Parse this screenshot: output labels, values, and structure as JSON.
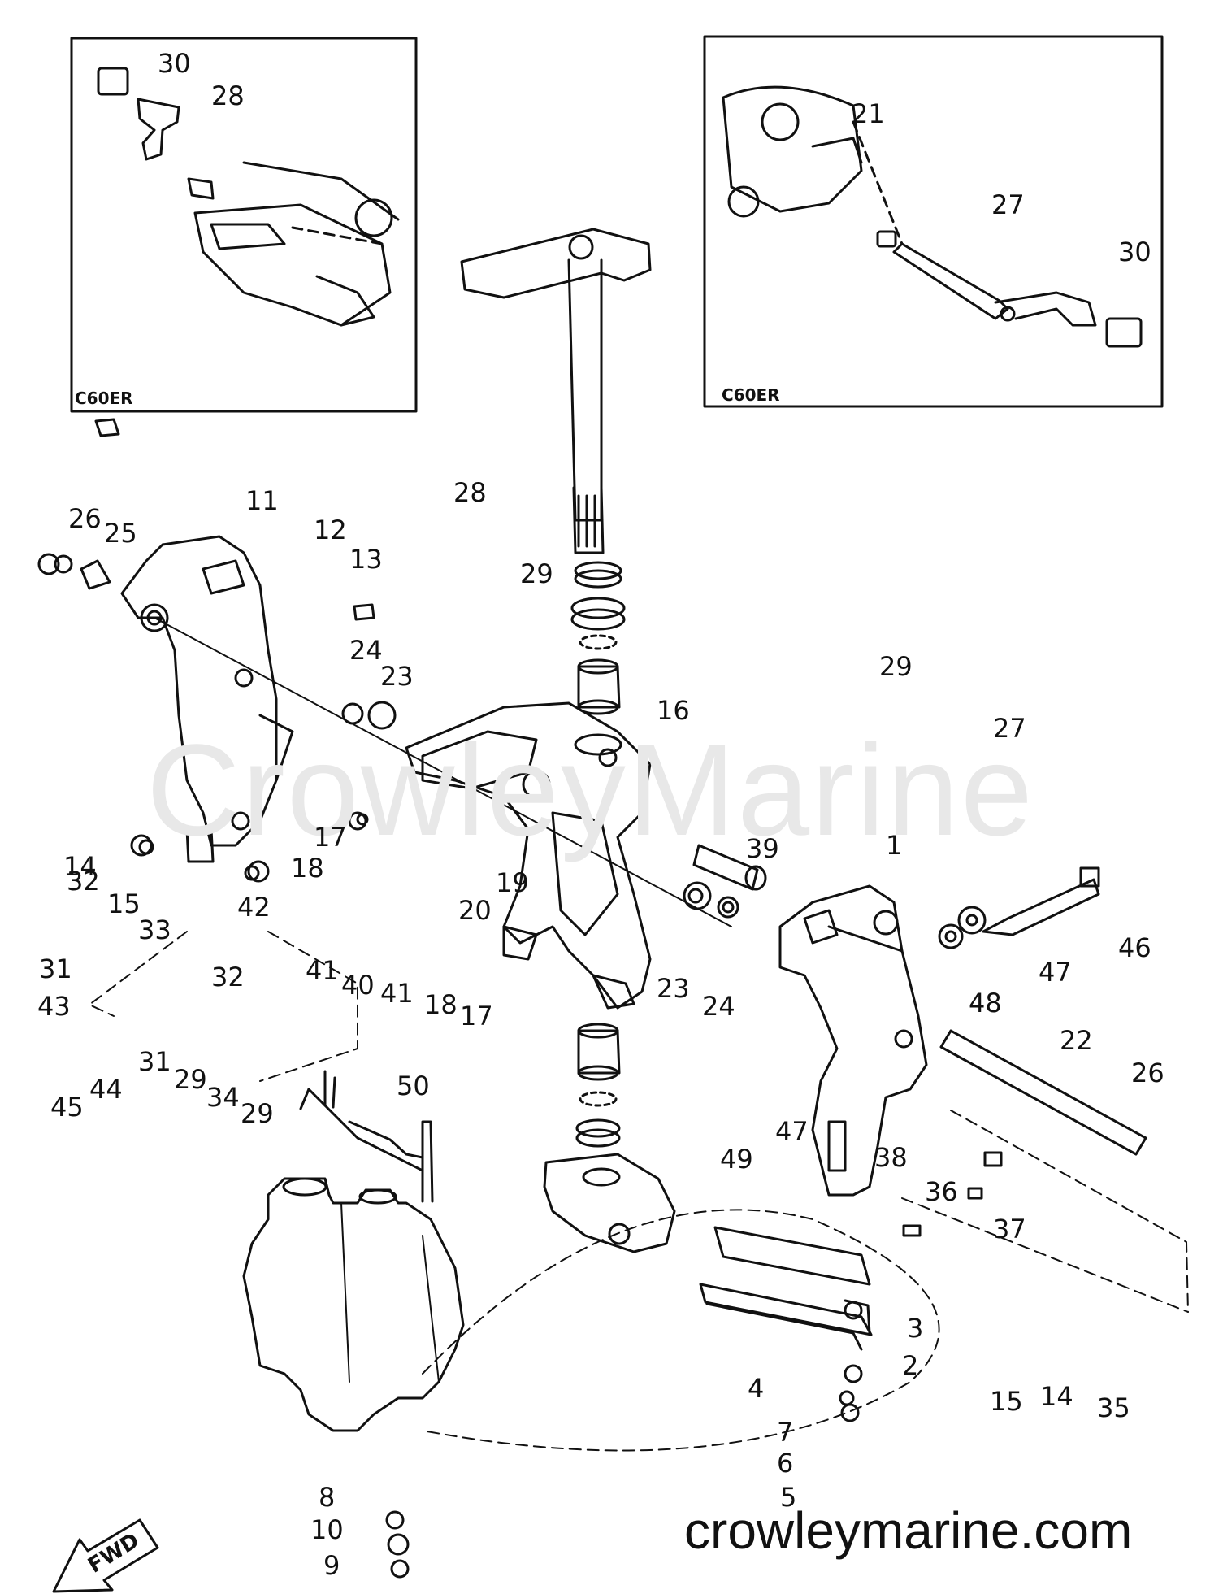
{
  "watermark": "CrowleyMarine",
  "site_url": "crowleymarine.com",
  "inset_left": {
    "tag": "C60ER",
    "callouts": [
      "30",
      "28"
    ]
  },
  "inset_right": {
    "tag": "C60ER",
    "callouts": [
      "21",
      "27",
      "30"
    ]
  },
  "fwd_label": "FWD",
  "callouts": [
    "11",
    "26",
    "25",
    "12",
    "13",
    "28",
    "29",
    "24",
    "23",
    "16",
    "29",
    "27",
    "14",
    "15",
    "17",
    "18",
    "19",
    "20",
    "39",
    "1",
    "42",
    "32",
    "33",
    "31",
    "32",
    "41",
    "40",
    "41",
    "18",
    "17",
    "23",
    "24",
    "46",
    "47",
    "48",
    "43",
    "31",
    "29",
    "34",
    "29",
    "44",
    "45",
    "50",
    "22",
    "26",
    "49",
    "47",
    "38",
    "36",
    "37",
    "3",
    "2",
    "4",
    "15",
    "14",
    "35",
    "7",
    "6",
    "5",
    "8",
    "10",
    "9"
  ]
}
